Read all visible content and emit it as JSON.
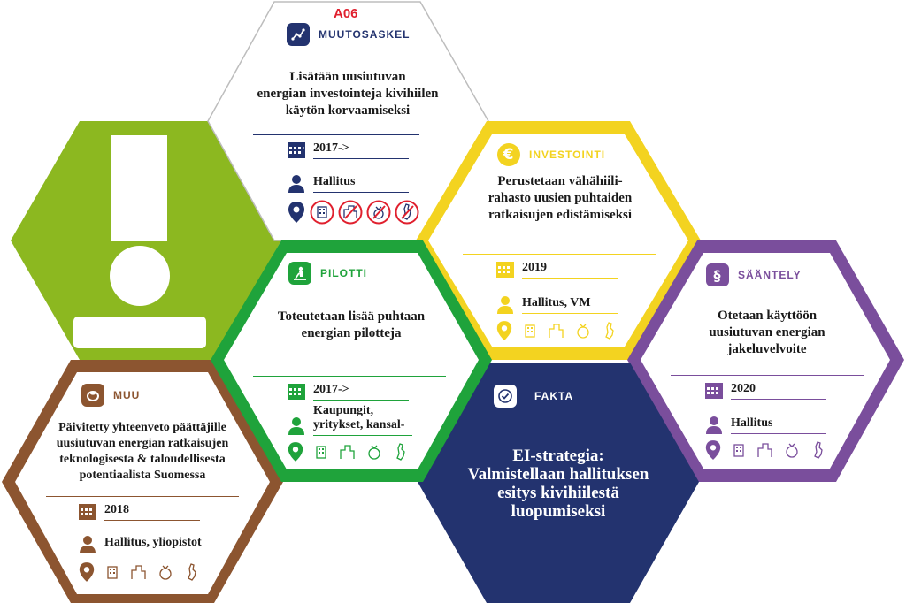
{
  "a06": {
    "code": "A06",
    "category": "MUUTOSASKEL",
    "title": [
      "Lisätään uusiutuvan",
      "energian investointeja kivihiilen",
      "käytön korvaamiseksi"
    ],
    "year": "2017->",
    "actor": "Hallitus"
  },
  "investointi": {
    "category": "INVESTOINTI",
    "title": [
      "Perustetaan vähähiili-",
      "rahasto uusien puhtaiden",
      "ratkaisujen edistämiseksi"
    ],
    "year": "2019",
    "actor": "Hallitus, VM"
  },
  "pilotti": {
    "category": "PILOTTI",
    "title": [
      "Toteutetaan lisää puhtaan",
      "energian pilotteja"
    ],
    "year": "2017->",
    "actor": [
      "Kaupungit,",
      "yritykset, kansal-"
    ]
  },
  "saantely": {
    "category": "SÄÄNTELY",
    "title": [
      "Otetaan käyttöön",
      "uusiutuvan energian",
      "jakeluvelvoite"
    ],
    "year": "2020",
    "actor": "Hallitus"
  },
  "muu": {
    "category": "MUU",
    "title": [
      "Päivitetty yhteenveto päättäjille",
      "uusiutuvan energian ratkaisujen",
      "teknologisesta & taloudellisesta",
      "potentiaalista Suomessa"
    ],
    "year": "2018",
    "actor": "Hallitus, yliopistot"
  },
  "fakta": {
    "category": "FAKTA",
    "title": [
      "EI-strategia:",
      "Valmistellaan hallituksen",
      "esitys kivihiilestä",
      "luopumiseksi"
    ]
  },
  "colors": {
    "lime": "#8cb820",
    "green": "#1fa33b",
    "yellow": "#f3d320",
    "navy": "#23336f",
    "purple": "#7a4e9c",
    "brown": "#8c5530",
    "red": "#e0202e"
  }
}
